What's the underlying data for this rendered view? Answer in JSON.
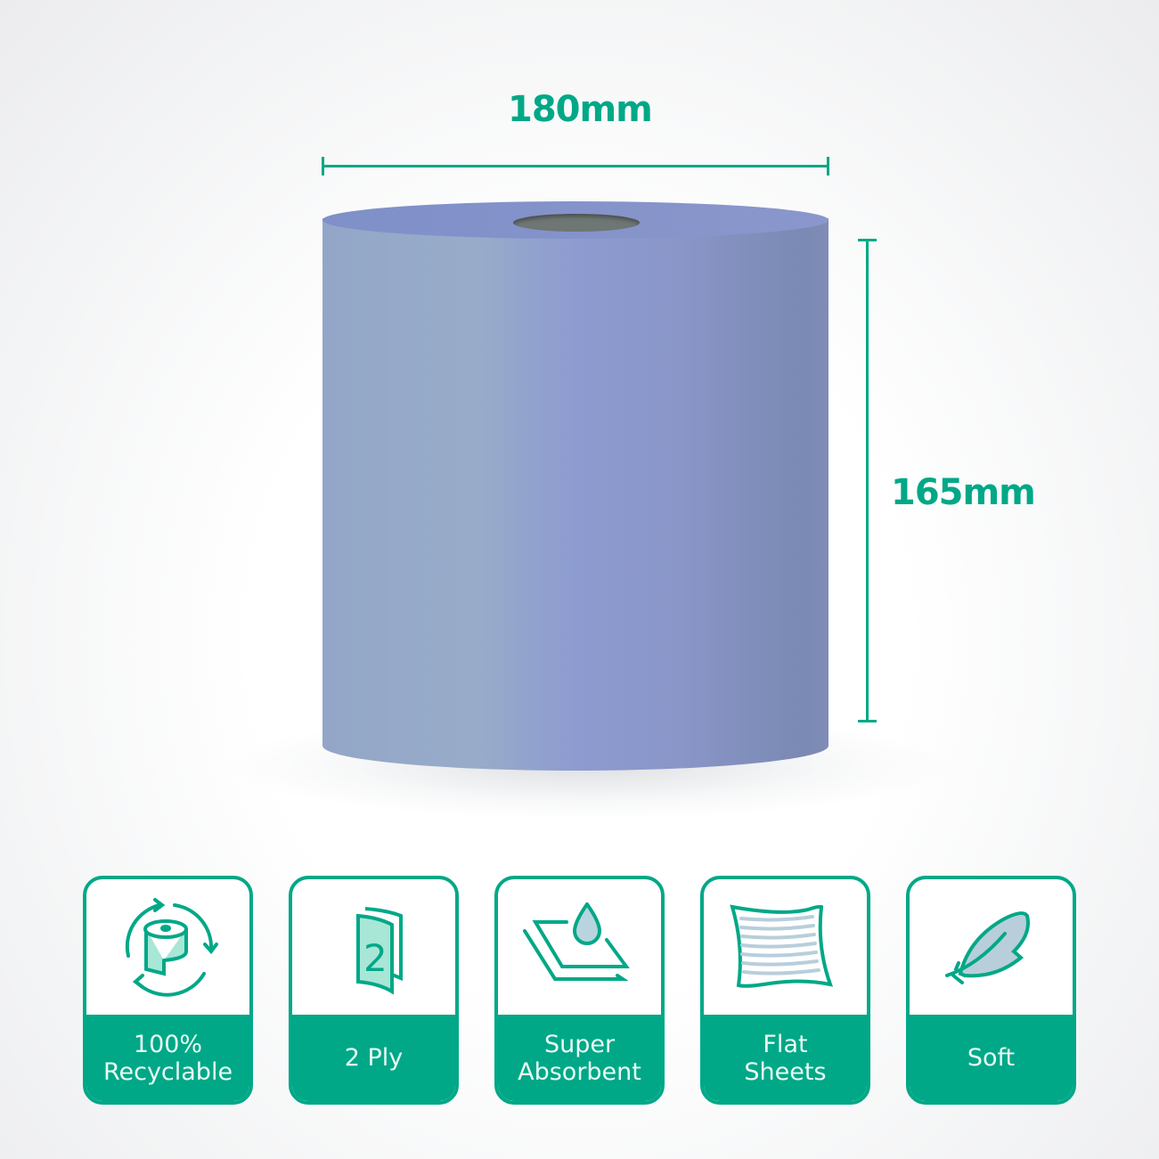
{
  "dimensions": {
    "width_label": "180mm",
    "height_label": "165mm"
  },
  "colors": {
    "accent": "#00a887",
    "roll": "#8d9bd0"
  },
  "features": [
    {
      "label": "100%\nRecyclable",
      "icon": "recycle-roll-icon"
    },
    {
      "label": "2 Ply",
      "icon": "two-ply-icon",
      "icon_text": "2"
    },
    {
      "label": "Super\nAbsorbent",
      "icon": "water-drop-icon"
    },
    {
      "label": "Flat\nSheets",
      "icon": "flat-sheet-icon"
    },
    {
      "label": "Soft",
      "icon": "feather-icon"
    }
  ]
}
